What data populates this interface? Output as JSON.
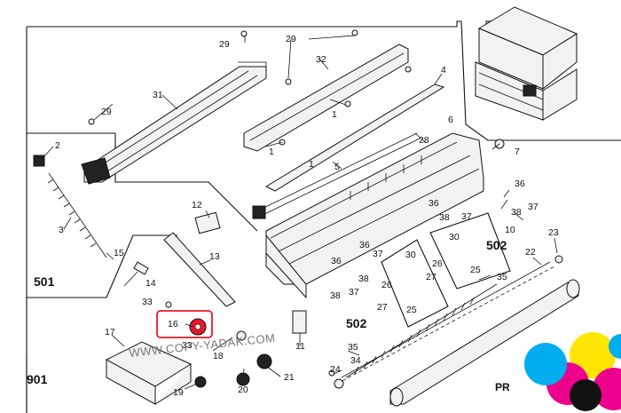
{
  "labels": {
    "l1a": "1",
    "l1b": "1",
    "l1c": "1",
    "l2": "2",
    "l3": "3",
    "l4": "4",
    "l5": "5",
    "l6": "6",
    "l7": "7",
    "l10": "10",
    "l11": "11",
    "l12": "12",
    "l13": "13",
    "l14": "14",
    "l15": "15",
    "l16": "16",
    "l17": "17",
    "l18": "18",
    "l19": "19",
    "l20": "20",
    "l21": "21",
    "l22": "22",
    "l23": "23",
    "l24": "24",
    "l25a": "25",
    "l25b": "25",
    "l26a": "26",
    "l26b": "26",
    "l27a": "27",
    "l27b": "27",
    "l28": "28",
    "l29a": "29",
    "l29b": "29",
    "l29c": "29",
    "l30a": "30",
    "l30b": "30",
    "l31": "31",
    "l32": "32",
    "l33a": "33",
    "l33b": "33",
    "l34": "34",
    "l35a": "35",
    "l35b": "35",
    "l36a": "36",
    "l36b": "36",
    "l36c": "36",
    "l36d": "36",
    "l37a": "37",
    "l37b": "37",
    "l37c": "37",
    "l37d": "37",
    "l38a": "38",
    "l38b": "38",
    "l38c": "38",
    "l38d": "38"
  },
  "groups": {
    "g501": "501",
    "g502a": "502",
    "g502b": "502",
    "g901": "901"
  },
  "watermark": "WWW.COPY-YADAK.COM",
  "corner_text": "PR",
  "colors": {
    "highlight": "#e8182a",
    "cyan": "#00aeef",
    "magenta": "#ec008c",
    "yellow": "#ffe600",
    "black": "#111111"
  }
}
